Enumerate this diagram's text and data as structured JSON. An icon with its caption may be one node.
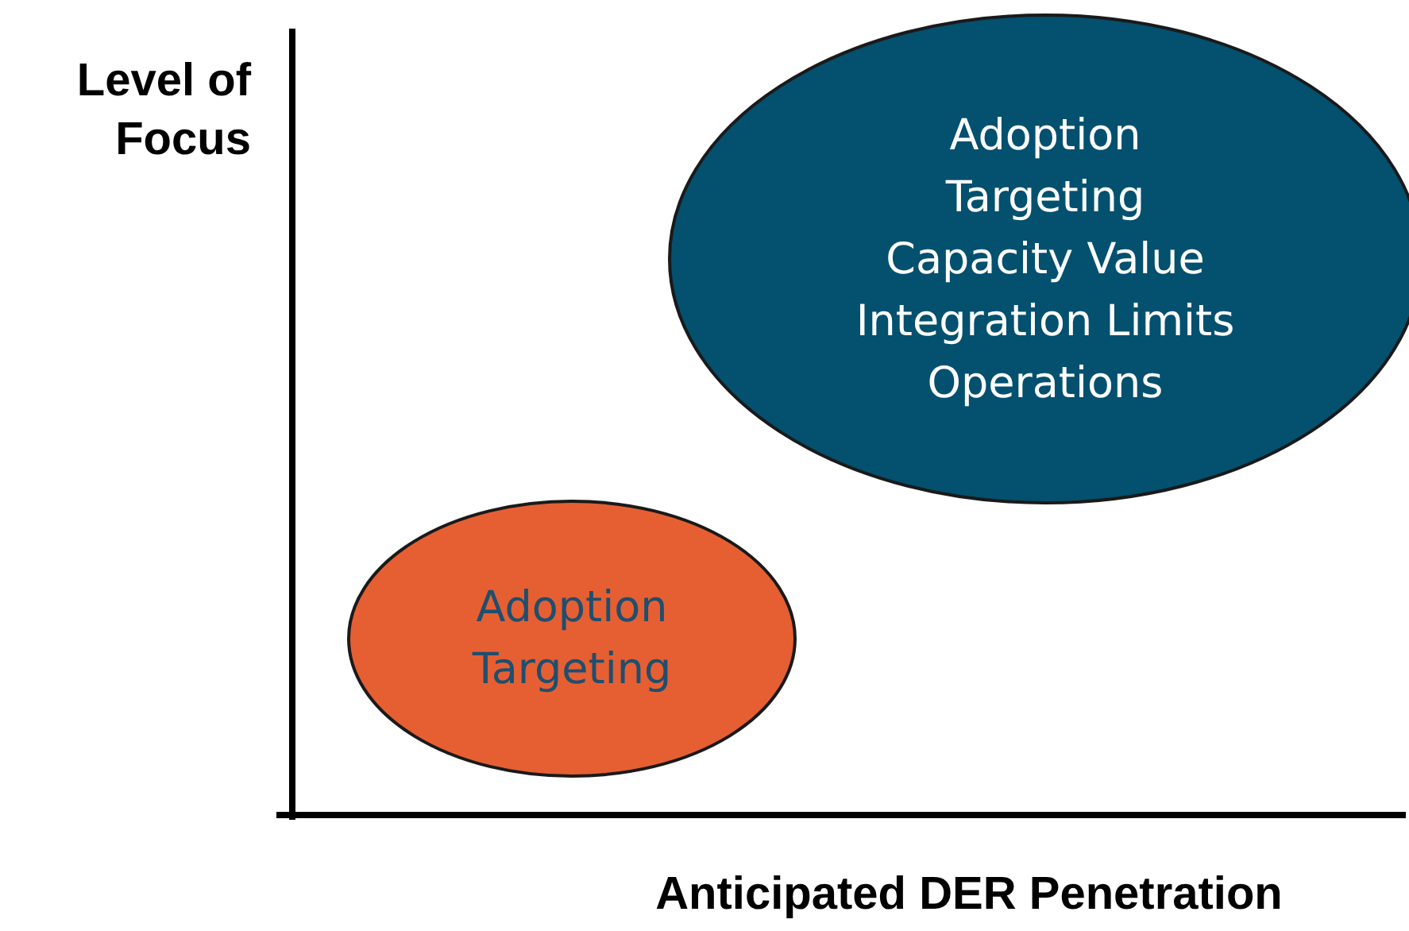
{
  "diagram": {
    "nodes": [
      {
        "text": [
          "Adoption",
          "Targeting",
          "Capacity Value",
          "Integration Limits",
          "Operations"
        ]
      },
      {
        "text": [
          "Adoption",
          "Targeting"
        ]
      }
    ],
    "edges": [],
    "labels": [
      "Level of Focus",
      "Anticipated DER Penetration"
    ]
  }
}
